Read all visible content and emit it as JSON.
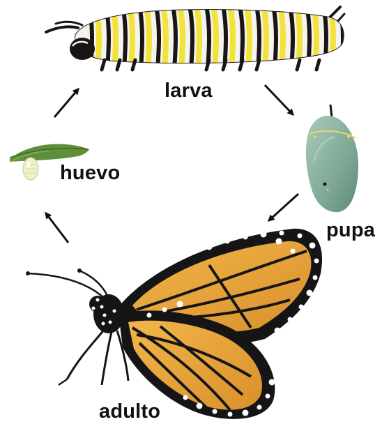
{
  "cycle": {
    "stages": {
      "larva": "larva",
      "huevo": "huevo",
      "pupa": "pupa",
      "adulto": "adulto"
    }
  },
  "colors": {
    "caterpillar_yellow": "#f2e23a",
    "caterpillar_black": "#1a1414",
    "caterpillar_white": "#f4f4ee",
    "chrysalis_green": "#8fb7a6",
    "leaf_green": "#5f8f3a",
    "egg_cream": "#eef0c8",
    "wing_orange": "#e9a637",
    "wing_black": "#151515",
    "arrow": "#111111"
  }
}
